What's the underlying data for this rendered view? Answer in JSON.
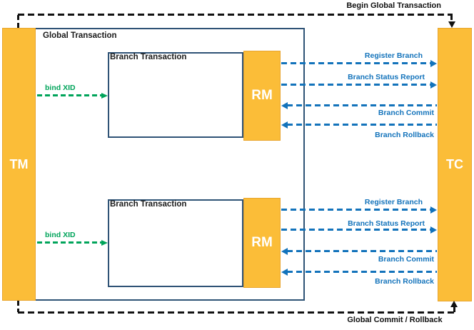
{
  "colors": {
    "orange": "#FBBD38",
    "orange_border": "#E8A52F",
    "blue": "#1373BB",
    "green": "#00A45A",
    "navy_border": "#2F5376",
    "black": "#111111"
  },
  "nodes": {
    "tm": {
      "label": "TM"
    },
    "tc": {
      "label": "TC"
    },
    "global": {
      "label": "Global Transaction"
    },
    "branches": [
      {
        "title": "Branch Transaction",
        "rm_label": "RM"
      },
      {
        "title": "Branch Transaction",
        "rm_label": "RM"
      }
    ]
  },
  "flows": {
    "begin": {
      "label": "Begin Global Transaction",
      "direction": "TM to TC"
    },
    "commit": {
      "label": "Global Commit / Rollback",
      "direction": "TM to TC"
    },
    "bind": [
      {
        "label": "bind XID",
        "direction": "TM to Branch Transaction"
      },
      {
        "label": "bind XID",
        "direction": "TM to Branch Transaction"
      }
    ],
    "groups": [
      {
        "arrows": [
          {
            "label": "Register Branch",
            "dir": "right"
          },
          {
            "label": "Branch Status Report",
            "dir": "right"
          },
          {
            "label": "Branch Commit",
            "dir": "left"
          },
          {
            "label": "Branch Rollback",
            "dir": "left"
          }
        ]
      },
      {
        "arrows": [
          {
            "label": "Register Branch",
            "dir": "right"
          },
          {
            "label": "Branch Status Report",
            "dir": "right"
          },
          {
            "label": "Branch Commit",
            "dir": "left"
          },
          {
            "label": "Branch Rollback",
            "dir": "left"
          }
        ]
      }
    ]
  }
}
